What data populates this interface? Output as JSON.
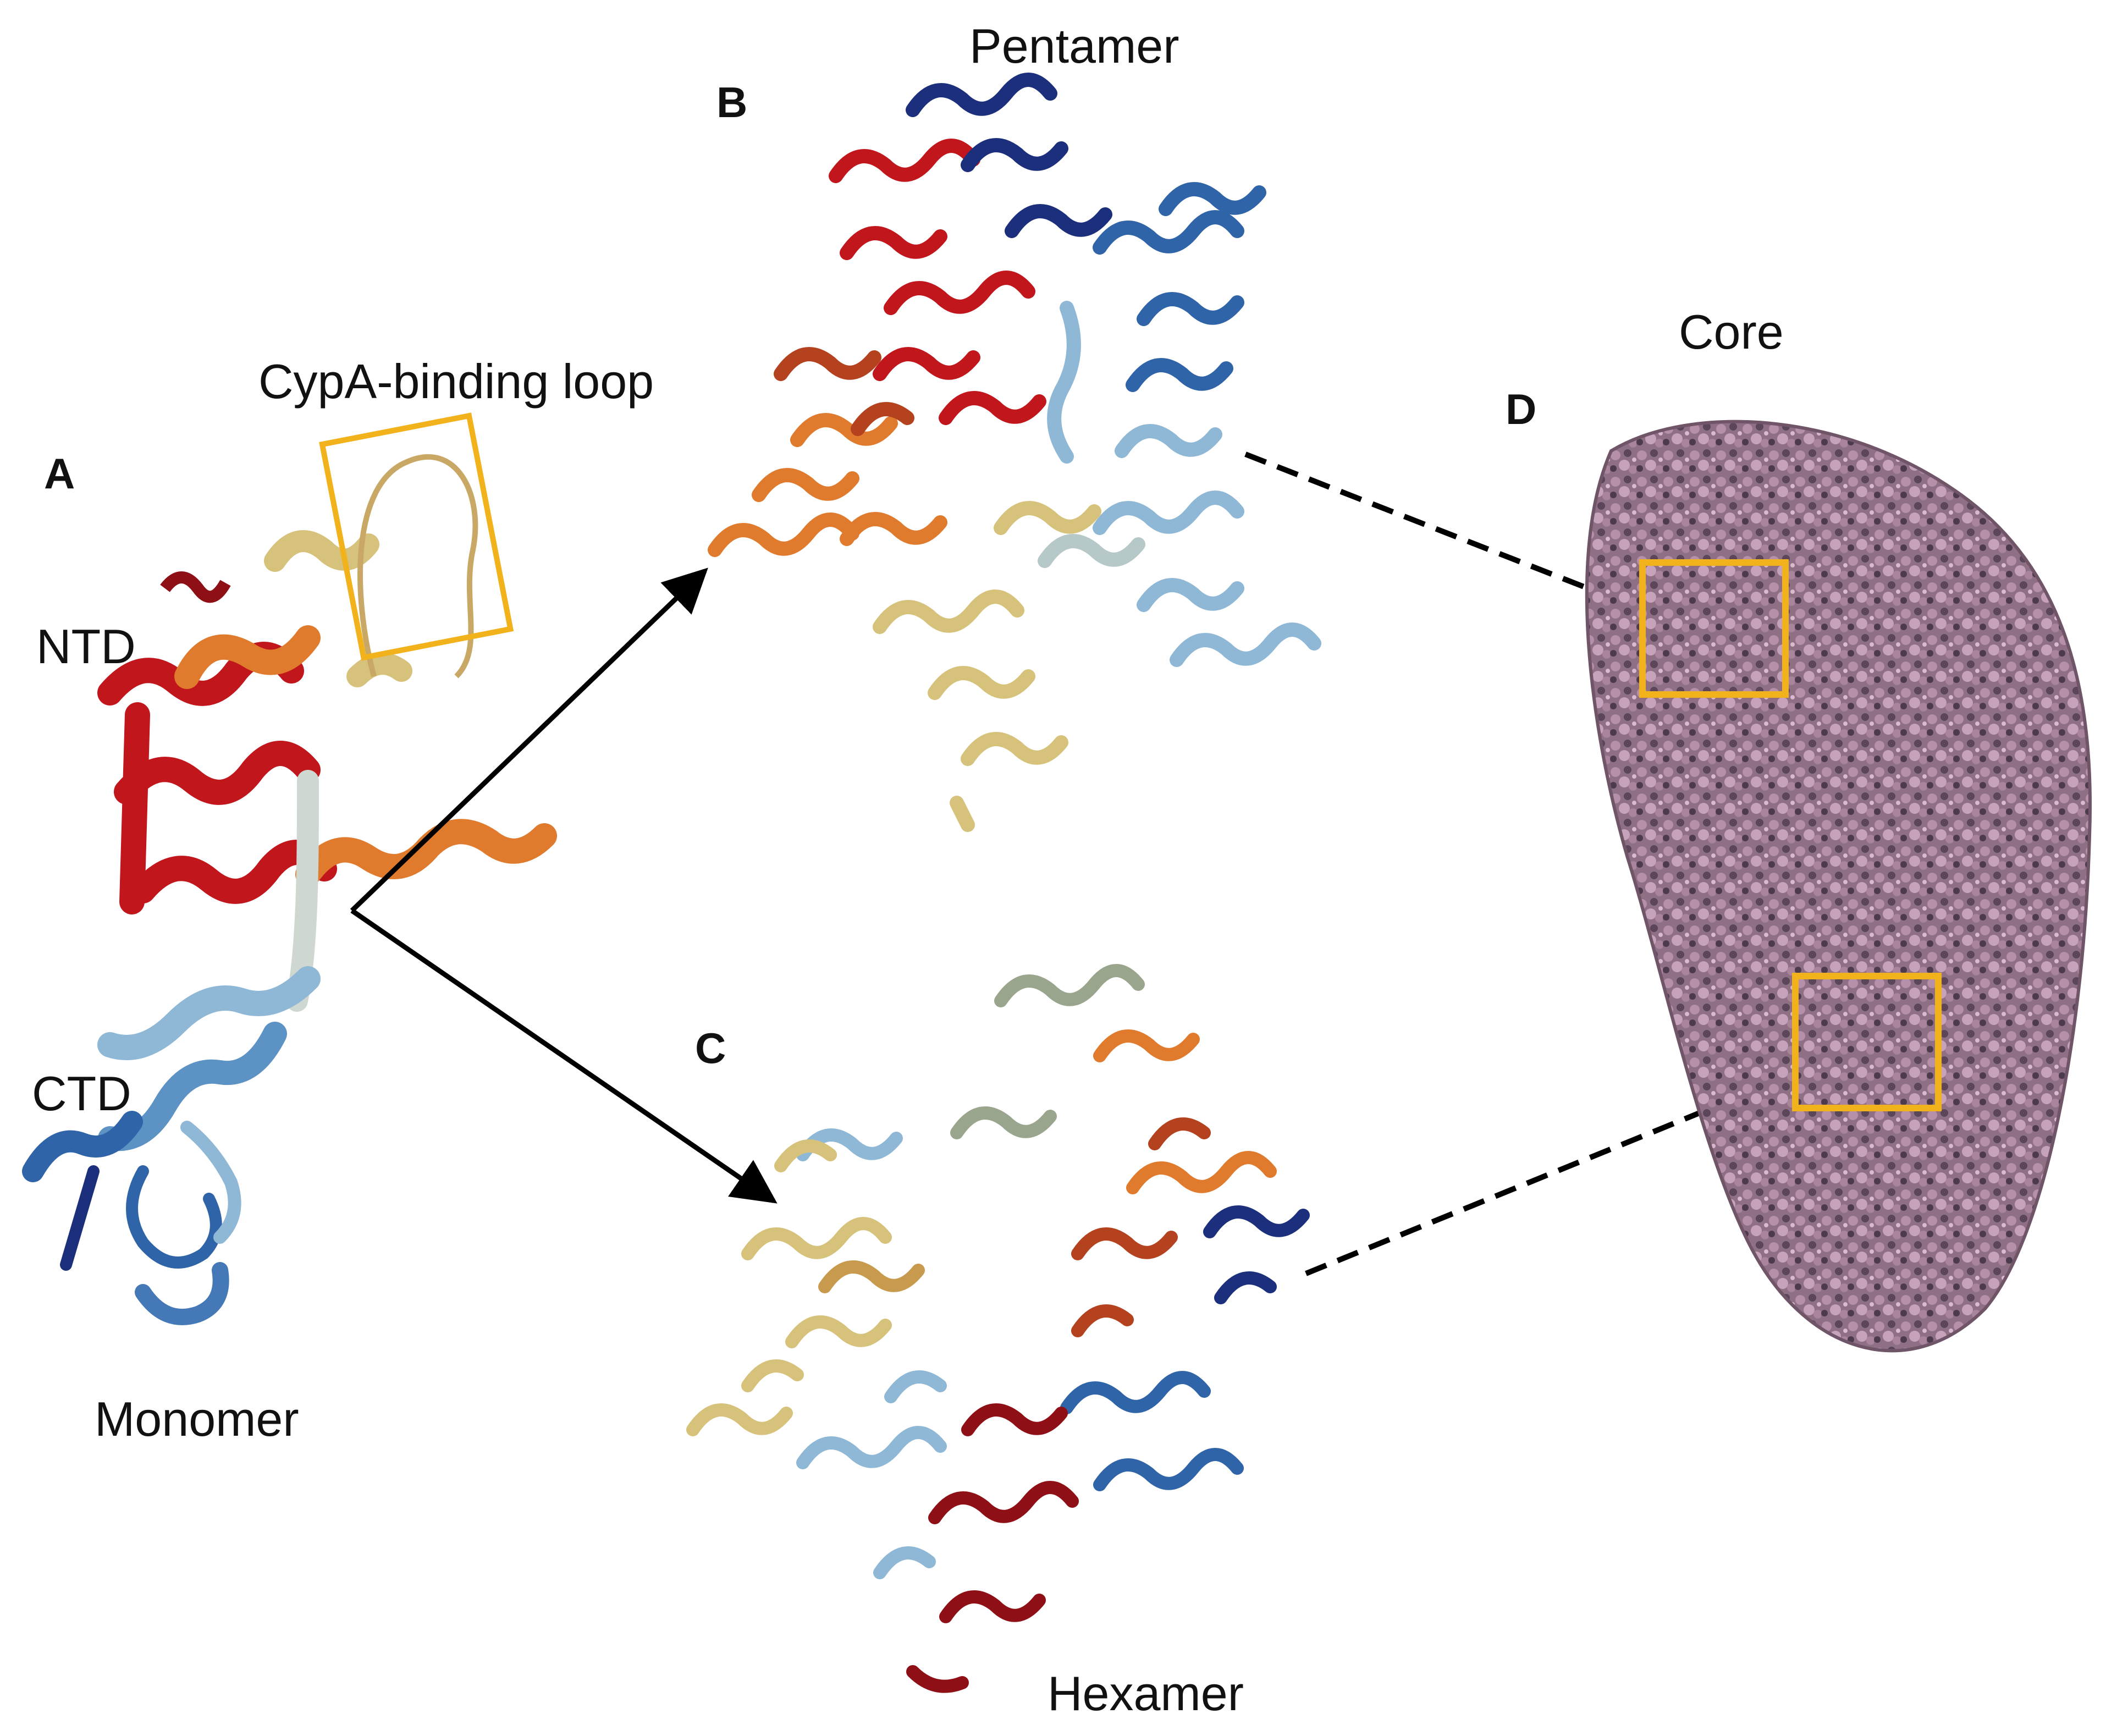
{
  "panels": {
    "a": {
      "letter": "A",
      "caption": "Monomer"
    },
    "b": {
      "letter": "B",
      "caption": "Pentamer"
    },
    "c": {
      "letter": "C",
      "caption": "Hexamer"
    },
    "d": {
      "letter": "D",
      "caption": "Core"
    }
  },
  "domains": {
    "ntd": "NTD",
    "ctd": "CTD",
    "loop": "CypA-binding loop"
  },
  "colors": {
    "highlight_box": "#f2b21b",
    "arrow": "#000000",
    "core_fill": "#8e6f84",
    "red": "#c0161c",
    "orange": "#e07a2c",
    "tan": "#d6c27a",
    "pale": "#cfd8d0",
    "light_blue": "#8fb8d6",
    "blue": "#2f64a8",
    "navy": "#1b2f7c"
  }
}
